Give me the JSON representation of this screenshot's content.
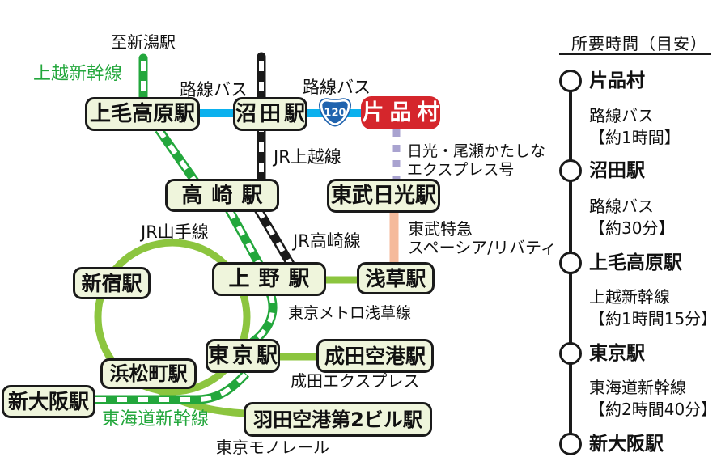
{
  "map": {
    "route_badge": "120",
    "stations": {
      "jomokogen": "上毛高原駅",
      "numata": "沼田駅",
      "katashina": "片品村",
      "takasaki": "高崎駅",
      "tobu_nikko": "東武日光駅",
      "shinjuku": "新宿駅",
      "ueno": "上野駅",
      "asakusa": "浅草駅",
      "tokyo": "東京駅",
      "narita_airport": "成田空港駅",
      "hamamatsucho": "浜松町駅",
      "shin_osaka": "新大阪駅",
      "haneda_terminal2": "羽田空港第2ビル駅"
    },
    "labels": {
      "to_niigata": "至新潟駅",
      "joetsu_shinkansen": "上越新幹線",
      "local_bus_1": "路線バス",
      "local_bus_2": "路線バス",
      "jr_joetsu_line": "JR上越線",
      "nikko_oze_express_1": "日光・尾瀬かたしな",
      "nikko_oze_express_2": "エクスプレス号",
      "tobu_express_1": "東武特急",
      "tobu_express_2": "スペーシア/リバティ",
      "jr_yamanote_line": "JR山手線",
      "jr_takasaki_line": "JR高崎線",
      "metro_asakusa_line": "東京メトロ浅草線",
      "narita_express": "成田エクスプレス",
      "tokaido_shinkansen": "東海道新幹線",
      "tokyo_monorail": "東京モノレール"
    },
    "colors": {
      "accent_red": "#D5262C",
      "shinkansen_green": "#23A73C",
      "local_green": "#8CC53F",
      "bus_blue": "#0BB1EE",
      "tobu_salmon": "#F5BA9B",
      "express_purple": "#A9A3D0",
      "jr_black": "#1a1a1a",
      "station_fill": "#EFF5DC",
      "badge_blue": "#2063AE"
    }
  },
  "sidebar": {
    "title": "所要時間（目安）",
    "stops": [
      "片品村",
      "沼田駅",
      "上毛高原駅",
      "東京駅",
      "新大阪駅"
    ],
    "legs": [
      {
        "line1": "路線バス",
        "line2": "【約1時間】"
      },
      {
        "line1": "路線バス",
        "line2": "【約30分】"
      },
      {
        "line1": "上越新幹線",
        "line2": "【約1時間15分】"
      },
      {
        "line1": "東海道新幹線",
        "line2": "【約2時間40分】"
      }
    ]
  }
}
